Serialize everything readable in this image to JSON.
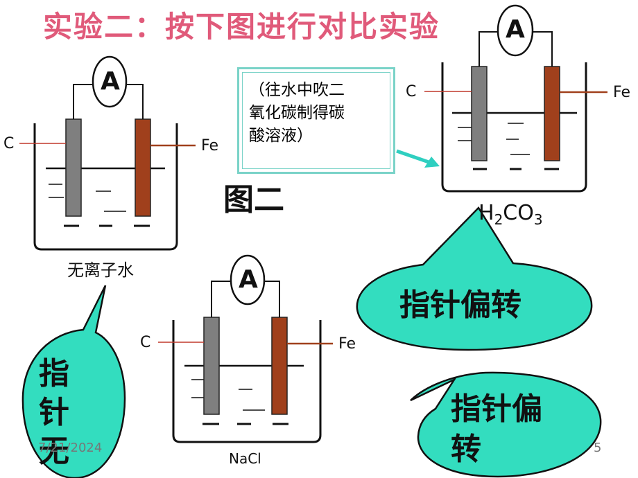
{
  "title": "实验二：按下图进行对比实验",
  "note": {
    "line1": "（往水中吹二",
    "line2": "氧化碳制得碳",
    "line3": "酸溶液）"
  },
  "figure_label": "图二",
  "setups": [
    {
      "electrode_left": "C",
      "electrode_right": "Fe",
      "meter": "A",
      "solution": "无离子水"
    },
    {
      "electrode_left": "C",
      "electrode_right": "Fe",
      "meter": "A",
      "solution_main": "H",
      "solution_sub1": "2",
      "solution_mid": "CO",
      "solution_sub2": "3"
    },
    {
      "electrode_left": "C",
      "electrode_right": "Fe",
      "meter": "A",
      "solution": "NaCl"
    }
  ],
  "callouts": {
    "no_deflection": [
      "指",
      "针",
      "无"
    ],
    "deflection_top": "指针偏转",
    "deflection_bottom_line1": "指针偏",
    "deflection_bottom_line2": "转"
  },
  "footer": {
    "date": "7/21/2024",
    "page": "5"
  },
  "colors": {
    "title": "#e05a7a",
    "callout_fill": "#33ddbf",
    "carbon_electrode": "#7f7f7f",
    "iron_electrode": "#a0401c",
    "box_border": "#7ad3c8",
    "arrow": "#2fcfc0",
    "pointer_line": "#c0392b"
  }
}
